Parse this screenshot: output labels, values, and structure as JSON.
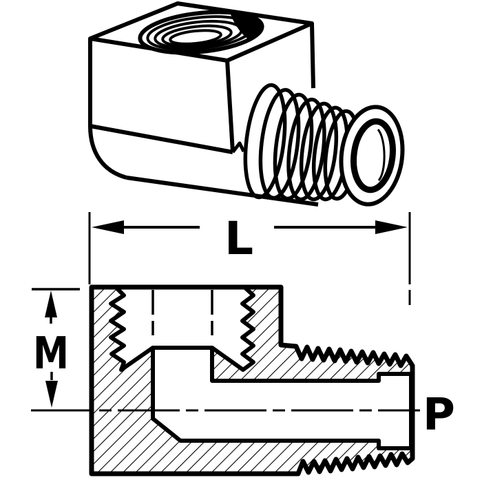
{
  "page": {
    "background": "#ffffff",
    "ink": "#000000"
  },
  "drawing": {
    "type": "engineering-drawing",
    "subject": "90-degree elbow pipe fitting shown in pictorial view and sectional view",
    "views": [
      {
        "name": "pictorial-view"
      },
      {
        "name": "section-view"
      }
    ],
    "dimension_labels": {
      "length": "L",
      "height": "M",
      "pipe_thread": "P"
    }
  }
}
